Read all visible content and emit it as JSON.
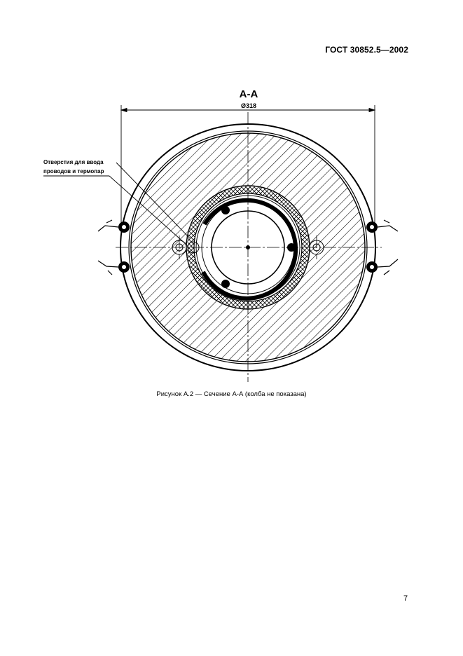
{
  "header": {
    "standard": "ГОСТ 30852.5—2002"
  },
  "figure": {
    "section_label": "А-А",
    "diameter_label": "Ø318",
    "callout_line1": "Отверстия для ввода",
    "callout_line2": "проводов и термопар",
    "caption": "Рисунок А.2 — Сечение А-А (колба не показана)"
  },
  "footer": {
    "page_number": "7"
  }
}
